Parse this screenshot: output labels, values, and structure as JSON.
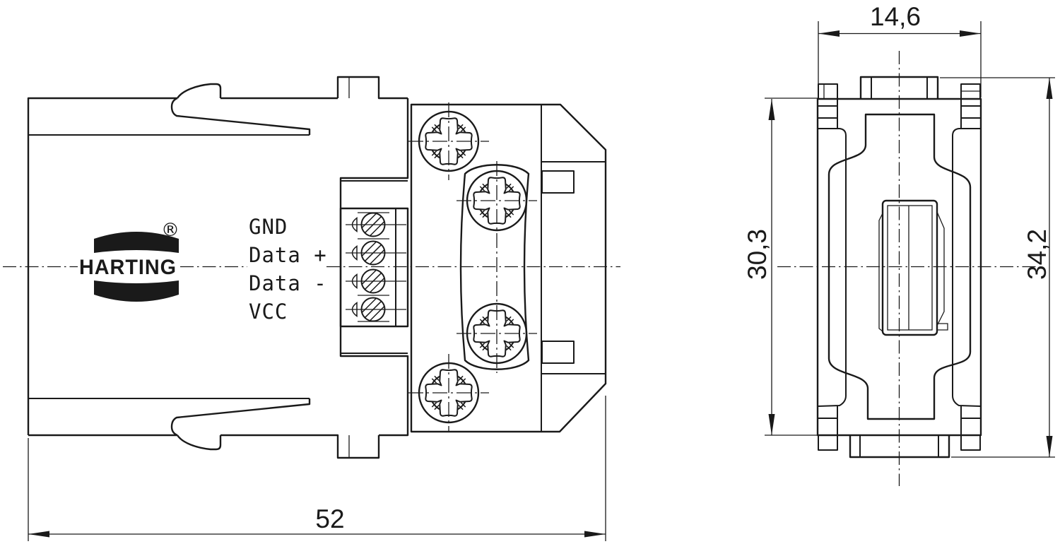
{
  "drawing": {
    "logo": {
      "name": "HARTING",
      "registered_mark": "®"
    },
    "terminal_labels": [
      "GND",
      "Data +",
      "Data -",
      "VCC"
    ],
    "dimensions": {
      "overall_length": "52",
      "front_width": "14,6",
      "body_height": "30,3",
      "overall_height": "34,2"
    },
    "colors": {
      "line_color": "#1a1a1a",
      "background": "#ffffff"
    }
  }
}
